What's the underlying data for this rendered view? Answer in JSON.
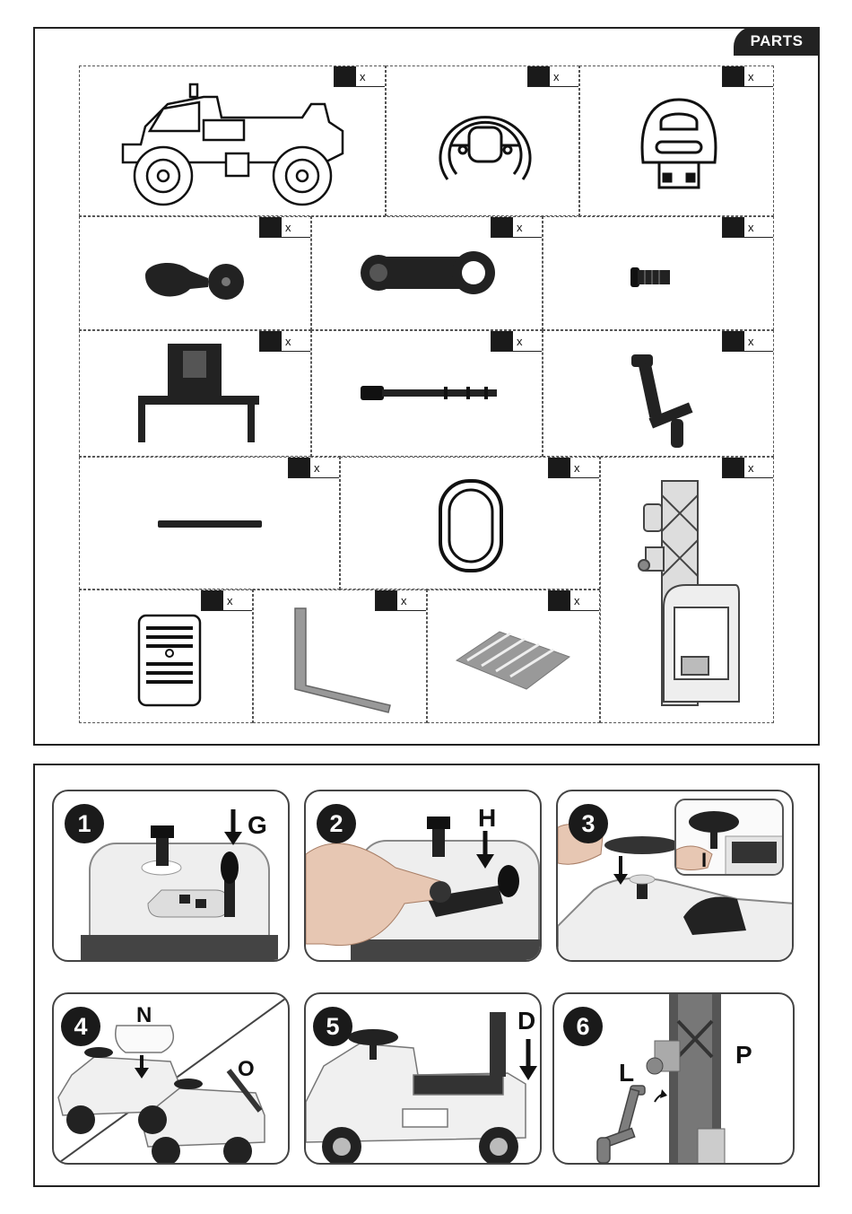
{
  "parts_header": "PARTS",
  "qty_mark": "x",
  "parts": [
    {
      "id": "car-body",
      "icon": "car-body-icon"
    },
    {
      "id": "steering-wheel",
      "icon": "steering-wheel-icon"
    },
    {
      "id": "seat-backrest",
      "icon": "seat-backrest-icon"
    },
    {
      "id": "gear-lever",
      "icon": "gear-lever-icon"
    },
    {
      "id": "lever-plate",
      "icon": "lever-plate-icon"
    },
    {
      "id": "bolt",
      "icon": "bolt-icon"
    },
    {
      "id": "bracket",
      "icon": "bracket-icon"
    },
    {
      "id": "axle",
      "icon": "axle-icon"
    },
    {
      "id": "crank-handle",
      "icon": "crank-handle-icon"
    },
    {
      "id": "rod",
      "icon": "rod-icon"
    },
    {
      "id": "seat-ring",
      "icon": "seat-ring-icon"
    },
    {
      "id": "forklift-mast",
      "icon": "forklift-mast-icon"
    },
    {
      "id": "seat-cover",
      "icon": "seat-cover-icon"
    },
    {
      "id": "fork",
      "icon": "fork-icon"
    },
    {
      "id": "pallet",
      "icon": "pallet-icon"
    }
  ],
  "steps": [
    {
      "number": "1",
      "letters": [
        "G"
      ]
    },
    {
      "number": "2",
      "letters": [
        "H"
      ]
    },
    {
      "number": "3",
      "letters": [
        "I"
      ]
    },
    {
      "number": "4",
      "letters": [
        "N",
        "O"
      ]
    },
    {
      "number": "5",
      "letters": [
        "D"
      ]
    },
    {
      "number": "6",
      "letters": [
        "L",
        "P"
      ]
    }
  ]
}
